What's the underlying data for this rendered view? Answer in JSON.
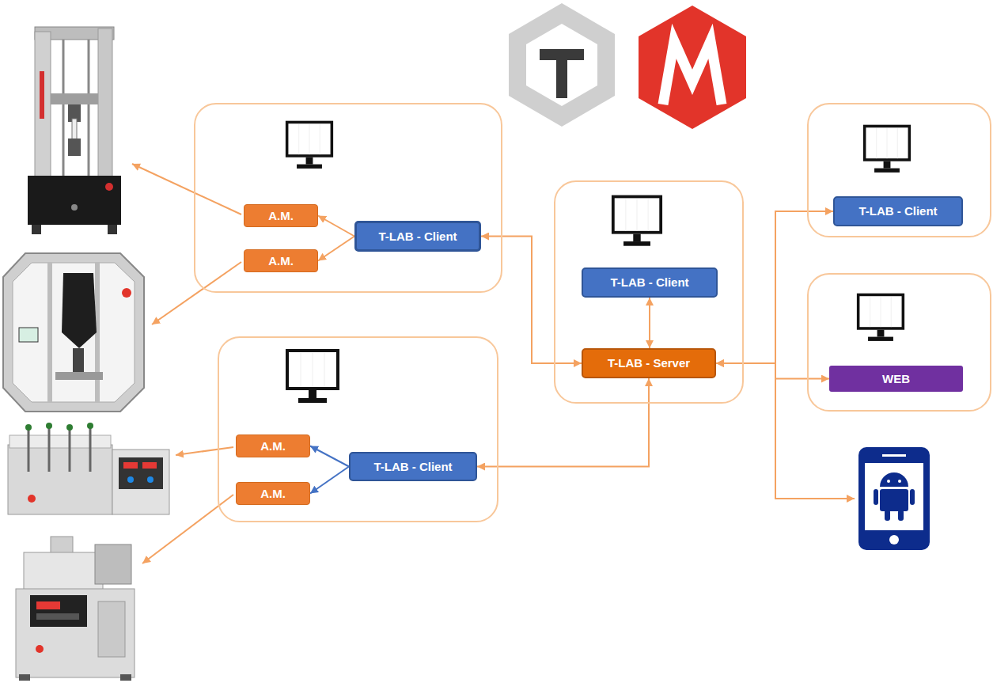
{
  "diagram": {
    "nodes": [
      {
        "text": []
      },
      {
        "text": [
          "A.M."
        ],
        "in": 0
      },
      {
        "text": [
          "A.M."
        ],
        "in": 0
      },
      {
        "text": [
          "T-LAB - Client"
        ],
        "in": 0
      },
      {
        "text": []
      },
      {
        "text": [
          "T-LAB - Client"
        ],
        "in": 4
      },
      {
        "text": [
          "T-LAB - Server"
        ],
        "in": 4
      },
      {
        "text": []
      },
      {
        "text": [
          "T-LAB - Client"
        ],
        "in": 7
      },
      {
        "text": []
      },
      {
        "text": [
          "WEB"
        ],
        "in": 9
      },
      {
        "text": []
      },
      {
        "text": [
          "A.M."
        ],
        "in": 11
      },
      {
        "text": [
          "A.M."
        ],
        "in": 11
      },
      {
        "text": [
          "T-LAB - Client"
        ],
        "in": 11
      }
    ],
    "edges": [
      {
        "from": 3,
        "to": 1,
        "arrow": "to"
      },
      {
        "from": 3,
        "to": 2,
        "arrow": "to"
      },
      {
        "from": 3,
        "to": 6,
        "arrow": "both"
      },
      {
        "from": 5,
        "to": 6,
        "arrow": "both"
      },
      {
        "from": 14,
        "to": 12,
        "arrow": "to"
      },
      {
        "from": 14,
        "to": 13,
        "arrow": "to"
      },
      {
        "from": 14,
        "to": 6,
        "arrow": "both"
      },
      {
        "from": 6,
        "to": 8,
        "arrow": "both"
      },
      {
        "from": 6,
        "to": 10,
        "arrow": "both"
      }
    ]
  }
}
